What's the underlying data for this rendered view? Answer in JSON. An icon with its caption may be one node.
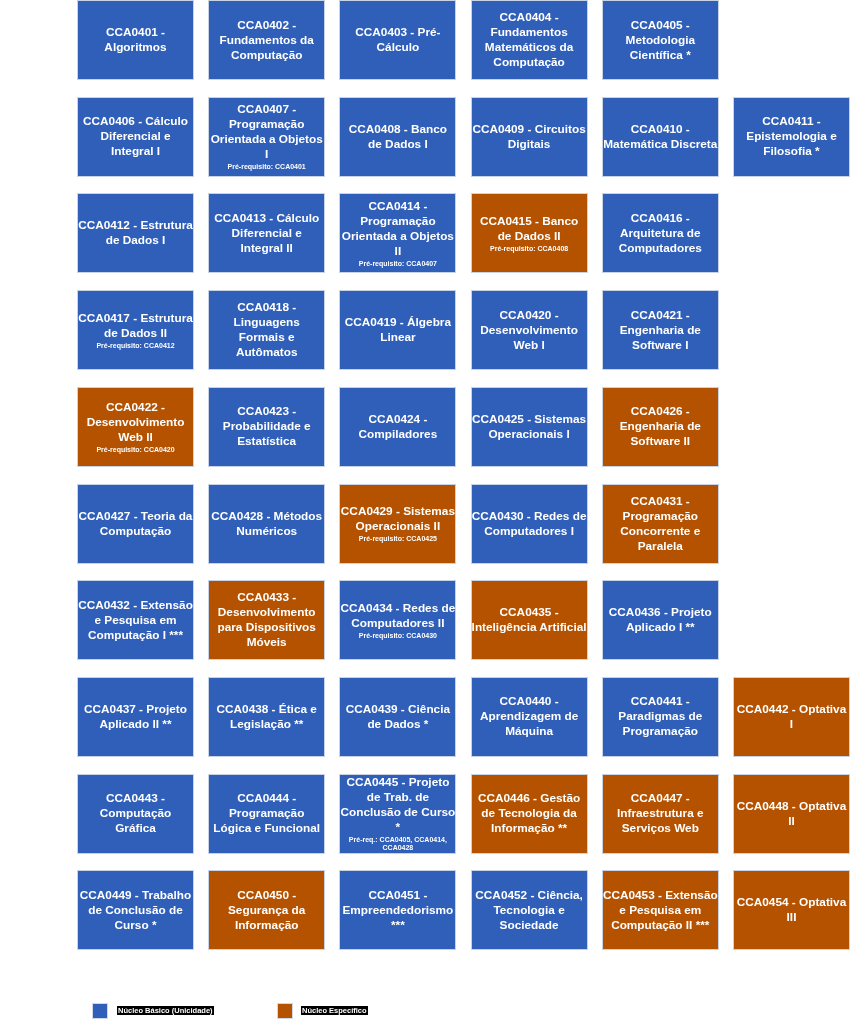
{
  "diagram": {
    "nodes": [
      {
        "text": [
          "CCA0401 - Algoritmos"
        ]
      },
      {
        "text": [
          "CCA0402 - Fundamentos da Computação"
        ]
      },
      {
        "text": [
          "CCA0403 - Pré-Cálculo"
        ]
      },
      {
        "text": [
          "CCA0404 - Fundamentos Matemáticos da Computação"
        ]
      },
      {
        "text": [
          "CCA0405 - Metodologia Científica *"
        ]
      },
      {
        "text": [
          "CCA0406 - Cálculo Diferencial e Integral I"
        ]
      },
      {
        "text": [
          "CCA0407 - Programação Orientada a Objetos I",
          "Pré-requisito: CCA0401"
        ]
      },
      {
        "text": [
          "CCA0408 - Banco de Dados I"
        ]
      },
      {
        "text": [
          "CCA0409 - Circuitos Digitais"
        ]
      },
      {
        "text": [
          "CCA0410 - Matemática Discreta"
        ]
      },
      {
        "text": [
          "CCA0411 - Epistemologia e Filosofia *"
        ]
      },
      {
        "text": [
          "CCA0412 - Estrutura de Dados I"
        ]
      },
      {
        "text": [
          "CCA0413 - Cálculo Diferencial e Integral II"
        ]
      },
      {
        "text": [
          "CCA0414 - Programação Orientada a Objetos II",
          "Pré-requisito: CCA0407"
        ]
      },
      {
        "text": [
          "CCA0415 - Banco de Dados II",
          "Pré-requisito: CCA0408"
        ]
      },
      {
        "text": [
          "CCA0416 - Arquitetura de Computadores"
        ]
      },
      {
        "text": [
          "CCA0417 - Estrutura de Dados II",
          "Pré-requisito: CCA0412"
        ]
      },
      {
        "text": [
          "CCA0418 - Linguagens Formais e Autômatos"
        ]
      },
      {
        "text": [
          "CCA0419 - Álgebra Linear"
        ]
      },
      {
        "text": [
          "CCA0420 - Desenvolvimento Web I"
        ]
      },
      {
        "text": [
          "CCA0421 - Engenharia de Software I"
        ]
      },
      {
        "text": [
          "CCA0422 - Desenvolvimento Web II",
          "Pré-requisito: CCA0420"
        ]
      },
      {
        "text": [
          "CCA0423 - Probabilidade e Estatística"
        ]
      },
      {
        "text": [
          "CCA0424 - Compiladores"
        ]
      },
      {
        "text": [
          "CCA0425 - Sistemas Operacionais I"
        ]
      },
      {
        "text": [
          "CCA0426 - Engenharia de Software II"
        ]
      },
      {
        "text": [
          "CCA0427 - Teoria da Computação"
        ]
      },
      {
        "text": [
          "CCA0428 - Métodos Numéricos"
        ]
      },
      {
        "text": [
          "CCA0429 - Sistemas Operacionais II",
          "Pré-requisito: CCA0425"
        ]
      },
      {
        "text": [
          "CCA0430 - Redes de Computadores I"
        ]
      },
      {
        "text": [
          "CCA0431 - Programação Concorrente e Paralela"
        ]
      },
      {
        "text": [
          "CCA0432 - Extensão e Pesquisa em Computação I ***"
        ]
      },
      {
        "text": [
          "CCA0433 - Desenvolvimento para Dispositivos Móveis"
        ]
      },
      {
        "text": [
          "CCA0434 - Redes de Computadores II",
          "Pré-requisito: CCA0430"
        ]
      },
      {
        "text": [
          "CCA0435 - Inteligência Artificial"
        ]
      },
      {
        "text": [
          "CCA0436 - Projeto Aplicado I **"
        ]
      },
      {
        "text": [
          "CCA0437 - Projeto Aplicado II **"
        ]
      },
      {
        "text": [
          "CCA0438 - Ética e Legislação **"
        ]
      },
      {
        "text": [
          "CCA0439 - Ciência de Dados *"
        ]
      },
      {
        "text": [
          "CCA0440 - Aprendizagem de Máquina"
        ]
      },
      {
        "text": [
          "CCA0441 - Paradigmas de Programação"
        ]
      },
      {
        "text": [
          "CCA0442 - Optativa I"
        ]
      },
      {
        "text": [
          "CCA0443 - Computação Gráfica"
        ]
      },
      {
        "text": [
          "CCA0444 - Programação Lógica e Funcional"
        ]
      },
      {
        "text": [
          "CCA0445 - Projeto de Trab. de Conclusão de Curso *",
          "Pré-req.: CCA0405, CCA0414, CCA0428"
        ]
      },
      {
        "text": [
          "CCA0446 - Gestão de Tecnologia da Informação **"
        ]
      },
      {
        "text": [
          "CCA0447 - Infraestrutura e Serviços Web"
        ]
      },
      {
        "text": [
          "CCA0448 - Optativa II"
        ]
      },
      {
        "text": [
          "CCA0449 - Trabalho de Conclusão de Curso *"
        ]
      },
      {
        "text": [
          "CCA0450 - Segurança da Informação"
        ]
      },
      {
        "text": [
          "CCA0451 - Empreendedorismo ***"
        ]
      },
      {
        "text": [
          "CCA0452 - Ciência, Tecnologia e Sociedade"
        ]
      },
      {
        "text": [
          "CCA0453 - Extensão e Pesquisa em Computação II ***"
        ]
      },
      {
        "text": [
          "CCA0454 - Optativa III"
        ]
      }
    ],
    "legend": [
      {
        "text": "Núcleo Básico (Unicidade)",
        "color": "#2f5fb8"
      },
      {
        "text": "Núcleo Específico",
        "color": "#b55200"
      }
    ]
  }
}
